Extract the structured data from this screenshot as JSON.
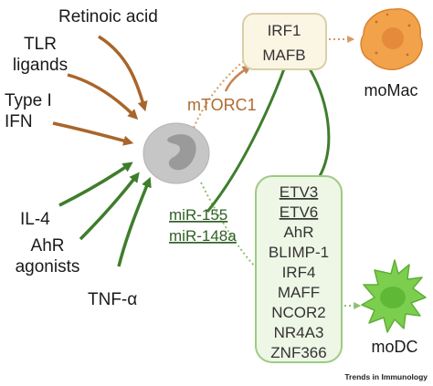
{
  "colors": {
    "brown": "#a9652b",
    "brown_dot": "#d79a63",
    "green": "#3e7d2c",
    "green_light": "#8fbf72",
    "green_box_fill": "#eef6e6",
    "green_box_stroke": "#9ccb82",
    "beige_box_fill": "#fbf5e4",
    "beige_box_stroke": "#d9d0a9",
    "monocyte": "#c9c9c9",
    "momac": "#f2a24b",
    "modc": "#7ccf4e"
  },
  "inputs": {
    "retinoic_acid": "Retinoic acid",
    "tlr_ligands": [
      "TLR",
      "ligands"
    ],
    "type_i_ifn": [
      "Type I",
      "IFN"
    ],
    "il4": "IL-4",
    "ahr_agonists": [
      "AhR",
      "agonists"
    ],
    "tnf_alpha": "TNF-α"
  },
  "nodes": {
    "mtorc1": "mTORC1",
    "mirnas": [
      "miR-155",
      "miR-148a"
    ],
    "macrophage_factors": [
      "IRF1",
      "MAFB"
    ],
    "dc_factors": [
      "ETV3",
      "ETV6",
      "AhR",
      "BLIMP-1",
      "IRF4",
      "MAFF",
      "NCOR2",
      "NR4A3",
      "ZNF366"
    ]
  },
  "outputs": {
    "momac": "moMac",
    "modc": "moDC"
  },
  "footer": "Trends in Immunology",
  "icons": {
    "monocyte": "monocyte-cell-icon",
    "momac": "macrophage-cell-icon",
    "modc": "dendritic-cell-icon"
  }
}
